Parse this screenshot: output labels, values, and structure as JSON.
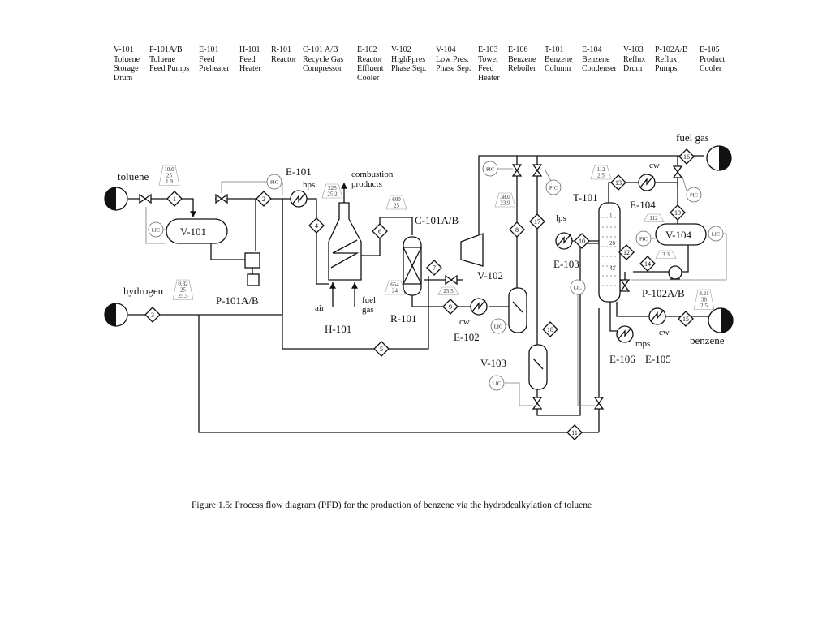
{
  "legend": [
    "V-101\nToluene\nStorage\nDrum",
    "P-101A/B\nToluene\nFeed Pumps",
    "E-101\nFeed\nPreheater",
    "H-101\nFeed\nHeater",
    "R-101\nReactor",
    "C-101 A/B\nRecycle Gas\nCompressor",
    "E-102\nReactor\nEffluent\nCooler",
    "V-102\nHighPpres\nPhase Sep.",
    "V-104\nLow Pres.\nPhase Sep.",
    "E-103\nTower\nFeed\nHeater",
    "E-106\nBenzene\nReboiler",
    "T-101\nBenzene\nColumn",
    "E-104\nBenzene\nCondenser",
    "V-103\nReflux\nDrum",
    "P-102A/B\nReflux\nPumps",
    "E-105\nProduct\nCooler"
  ],
  "labels": {
    "toluene": "toluene",
    "hydrogen": "hydrogen",
    "fuel_gas_out": "fuel gas",
    "benzene": "benzene",
    "v101": "V-101",
    "p101": "P-101A/B",
    "e101": "E-101",
    "hps": "hps",
    "combustion": "combustion\nproducts",
    "h101": "H-101",
    "air": "air",
    "fuel_gas_in": "fuel\ngas",
    "r101": "R-101",
    "c101": "C-101A/B",
    "v102": "V-102",
    "e102": "E-102",
    "cw": "cw",
    "v103": "V-103",
    "lps": "lps",
    "e103": "E-103",
    "t101": "T-101",
    "e104": "E-104",
    "v104": "V-104",
    "p102": "P-102A/B",
    "e106": "E-106",
    "mps": "mps",
    "e105": "E-105"
  },
  "instruments": {
    "fic": "FIC",
    "pic": "PIC",
    "lic": "LIC"
  },
  "streams": [
    "1",
    "2",
    "3",
    "4",
    "5",
    "6",
    "7",
    "8",
    "9",
    "10",
    "11",
    "12",
    "13",
    "14",
    "15",
    "16",
    "17",
    "18",
    "19"
  ],
  "flags": {
    "s1": [
      "10.0",
      "25",
      "1.9"
    ],
    "s3": [
      "0.82",
      "25",
      "25.5"
    ],
    "s4": [
      "225",
      "25.2"
    ],
    "s6": [
      "600",
      "25"
    ],
    "r101": [
      "654",
      "24"
    ],
    "s7": [
      "25.5"
    ],
    "s8": [
      "38.0",
      "23.9"
    ],
    "s13": [
      "112",
      "2.5"
    ],
    "t101top": [
      "112"
    ],
    "s14": [
      "3.3"
    ],
    "s15": [
      "8.21",
      "38",
      "2.5"
    ]
  },
  "tray_numbers": [
    "1",
    "20",
    "42"
  ],
  "caption": "Figure 1.5:  Process flow diagram (PFD) for the production of benzene via the hydrodealkylation of toluene"
}
